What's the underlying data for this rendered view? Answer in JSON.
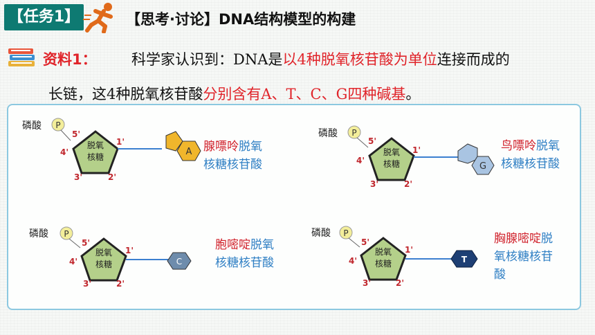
{
  "header": {
    "task_badge": "【任务1】",
    "title": "【思考·讨论】DNA结构模型的构建"
  },
  "material": {
    "label": "资料1：",
    "line1_a": "科学家认识到：DNA是",
    "line1_b": "以4种脱氧核苷酸为单位",
    "line1_c": "连接而成的",
    "line2_a": "长链，这4种脱氧核苷酸",
    "line2_b": "分别含有A、T、C、G四种碱基",
    "line2_c": "。"
  },
  "nucleotides": [
    {
      "phosphate_label": "磷酸",
      "phosphate_symbol": "P",
      "sugar_line1": "脱氧",
      "sugar_line2": "核糖",
      "c5": "5'",
      "c4": "4'",
      "c3": "3'",
      "c2": "2'",
      "c1": "1'",
      "base_letter": "A",
      "name_red": "腺嘌呤",
      "name_blue": "脱氧核糖核苷酸"
    },
    {
      "phosphate_label": "磷酸",
      "phosphate_symbol": "P",
      "sugar_line1": "脱氧",
      "sugar_line2": "核糖",
      "c5": "5'",
      "c4": "4'",
      "c3": "3'",
      "c2": "2'",
      "c1": "1'",
      "base_letter": "G",
      "name_red": "鸟嘌呤",
      "name_blue": "脱氧核糖核苷酸"
    },
    {
      "phosphate_label": "磷酸",
      "phosphate_symbol": "P",
      "sugar_line1": "脱氧",
      "sugar_line2": "核糖",
      "c5": "5'",
      "c4": "4'",
      "c3": "3'",
      "c2": "2'",
      "c1": "1'",
      "base_letter": "C",
      "name_red": "胞嘧啶",
      "name_blue": "脱氧核糖核苷酸"
    },
    {
      "phosphate_label": "磷酸",
      "phosphate_symbol": "P",
      "sugar_line1": "脱氧",
      "sugar_line2": "核糖",
      "c5": "5'",
      "c4": "4'",
      "c3": "3'",
      "c2": "2'",
      "c1": "1'",
      "base_letter": "T",
      "name_red": "胸腺嘧啶",
      "name_blue": "脱氧核糖核苷酸"
    }
  ],
  "colors": {
    "badge": "#0e7a72",
    "red": "#e0242a",
    "blue": "#2f7fc4",
    "sugar_fill": "#b4d08a",
    "phosphate_fill": "#f3ee9a",
    "purine_a_fill": "#f0b62c",
    "purine_g_fill": "#a9c4e2",
    "pyrimidine_c_fill": "#6e8cac",
    "pyrimidine_t_fill": "#1e3f74",
    "carbon_label": "#c0272d",
    "bond_line": "#3b7fd0"
  },
  "icons": [
    "running-man-icon",
    "books-icon"
  ]
}
